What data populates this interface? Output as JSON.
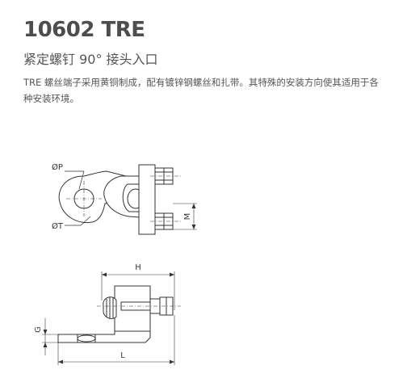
{
  "product": {
    "code": "10602 TRE",
    "subtitle": "紧定螺钉 90° 接头入口",
    "description": "TRE 螺丝端子采用黄铜制成，配有镀锌钢螺丝和扎带。其特殊的安装方向使其适用于各种安装环境。"
  },
  "drawing": {
    "labels": {
      "diameter_p": "ØP",
      "diameter_t": "ØT",
      "dim_m": "M",
      "dim_h": "H",
      "dim_g": "G",
      "dim_l": "L"
    },
    "line_color": "#333333"
  }
}
